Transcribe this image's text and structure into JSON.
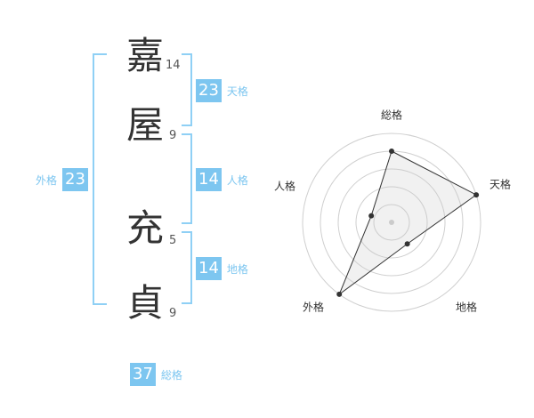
{
  "name": {
    "chars": [
      {
        "char": "嘉",
        "strokes": "14"
      },
      {
        "char": "屋",
        "strokes": "9"
      },
      {
        "char": "充",
        "strokes": "5"
      },
      {
        "char": "貞",
        "strokes": "9"
      }
    ]
  },
  "scores": {
    "tenkaku": {
      "value": "23",
      "label": "天格"
    },
    "jinkaku": {
      "value": "14",
      "label": "人格"
    },
    "chikaku": {
      "value": "14",
      "label": "地格"
    },
    "gaikaku": {
      "value": "23",
      "label": "外格"
    },
    "soukaku": {
      "value": "37",
      "label": "総格"
    }
  },
  "colors": {
    "accent": "#7dc6f0",
    "bracket": "#8fd0f5"
  },
  "chart_data": {
    "type": "radar",
    "axes": [
      "総格",
      "天格",
      "地格",
      "外格",
      "人格"
    ],
    "values": [
      4,
      5,
      1.5,
      5,
      1.2
    ],
    "max": 5,
    "rings": 5
  }
}
